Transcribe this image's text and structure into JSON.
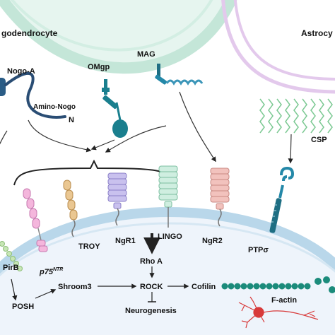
{
  "cells": {
    "oligodendrocyte_label": "godendrocyte",
    "astrocyte_label": "Astrocy",
    "csp_label": "CSP"
  },
  "myelin_inhibitors": {
    "nogo_a": "Nogo-A",
    "amino_nogo": "Amino-Nogo",
    "n_terminus": "N",
    "omgp": "OMgp",
    "mag": "MAG"
  },
  "receptors": {
    "pirb": "PirB",
    "p75_base": "p75",
    "p75_sup": "NTR",
    "troy": "TROY",
    "ngr1": "NgR1",
    "lingo": "LINGO",
    "ngr2": "NgR2",
    "ptp": "PTPσ"
  },
  "signaling": {
    "posh": "POSH",
    "shroom3": "Shroom3",
    "rho_a": "Rho A",
    "rock": "ROCK",
    "cofilin": "Cofilin",
    "f_actin": "F-actin",
    "neurogenesis": "Neurogenesis"
  },
  "colors": {
    "oligo_fill": "#e6f5ef",
    "oligo_border": "#bfe3d4",
    "astro_border": "#dab7e6",
    "neuron_fill": "#eef4fb",
    "neuron_border": "#b9d7ea",
    "teal": "#1a7f8e",
    "dark_teal": "#1e6e83",
    "navy": "#2a4d74",
    "lavender": "#c9c1ee",
    "mint": "#cfeee0",
    "salmon": "#f2c2bd",
    "pink": "#f4b6dc",
    "tan": "#eac792",
    "red_neuron": "#d83a3a"
  }
}
